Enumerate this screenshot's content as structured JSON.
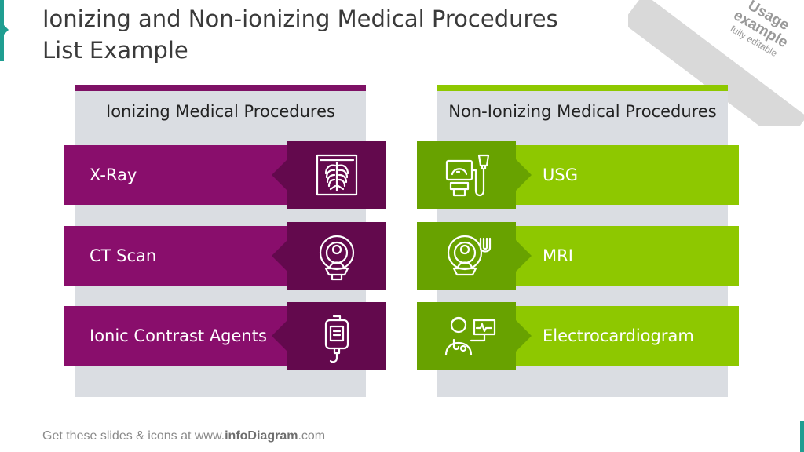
{
  "title": {
    "line1": "Ionizing and Non-ionizing Medical Procedures",
    "line2": "List Example"
  },
  "badge": {
    "line1": "Usage",
    "line2": "example",
    "line3": "fully editable"
  },
  "left_panel": {
    "heading": "Ionizing Medical Procedures",
    "color": "#890e6c",
    "items": [
      {
        "label": "X-Ray",
        "icon": "xray-chest-icon"
      },
      {
        "label": "CT Scan",
        "icon": "ct-scanner-icon"
      },
      {
        "label": "Ionic Contrast Agents",
        "icon": "iv-bag-icon"
      }
    ]
  },
  "right_panel": {
    "heading": "Non-Ionizing Medical Procedures",
    "color": "#8ec800",
    "items": [
      {
        "label": "USG",
        "icon": "ultrasound-machine-icon"
      },
      {
        "label": "MRI",
        "icon": "mri-scanner-icon"
      },
      {
        "label": "Electrocardiogram",
        "icon": "ecg-doctor-icon"
      }
    ]
  },
  "footer": {
    "prefix": "Get these slides & icons at www.",
    "brand": "infoDiagram",
    "suffix": ".com"
  }
}
